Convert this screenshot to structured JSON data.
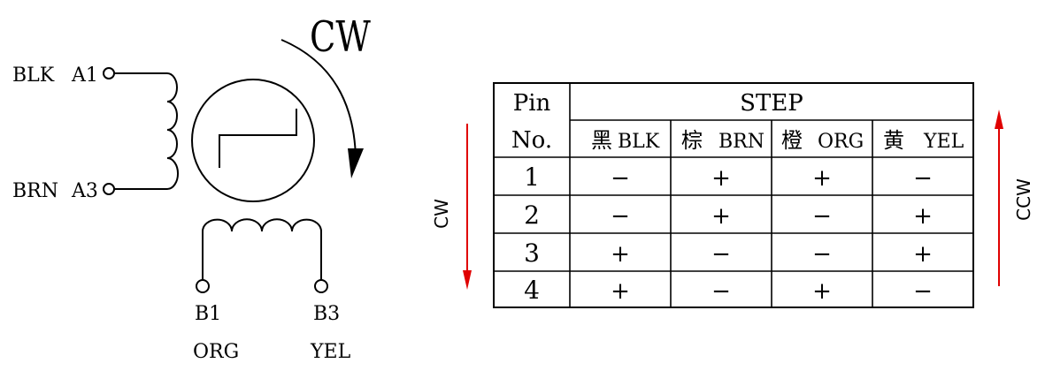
{
  "wiring": {
    "cw_label": "CW",
    "pins": [
      {
        "color": "BLK",
        "name": "A1"
      },
      {
        "color": "BRN",
        "name": "A3"
      }
    ],
    "bottom_pins": [
      {
        "name": "B1",
        "color": "ORG"
      },
      {
        "name": "B3",
        "color": "YEL"
      }
    ]
  },
  "table": {
    "corner_top": "Pin",
    "corner_bottom": "No.",
    "step_header": "STEP",
    "columns": [
      {
        "cn": "黑",
        "en": "BLK"
      },
      {
        "cn": "棕",
        "en": "BRN"
      },
      {
        "cn": "橙",
        "en": "ORG"
      },
      {
        "cn": "黄",
        "en": "YEL"
      }
    ],
    "rows": [
      {
        "no": "1",
        "cells": [
          "−",
          "+",
          "+",
          "−"
        ]
      },
      {
        "no": "2",
        "cells": [
          "−",
          "+",
          "−",
          "+"
        ]
      },
      {
        "no": "3",
        "cells": [
          "+",
          "−",
          "−",
          "+"
        ]
      },
      {
        "no": "4",
        "cells": [
          "+",
          "−",
          "+",
          "−"
        ]
      }
    ]
  },
  "direction": {
    "left_label": "CW",
    "right_label": "CCW",
    "arrow_color": "#e00000"
  }
}
